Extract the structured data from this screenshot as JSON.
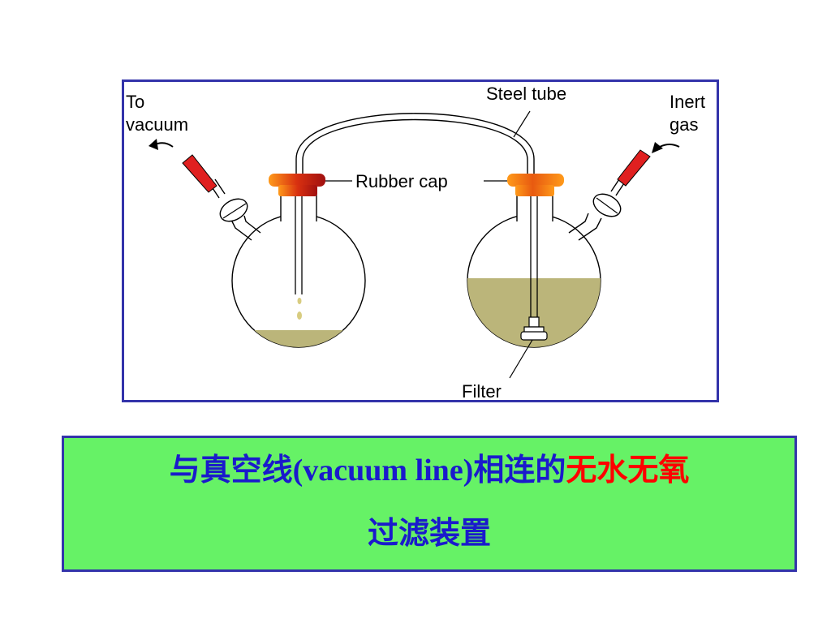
{
  "diagram": {
    "labels": {
      "to_vacuum_1": "To",
      "to_vacuum_2": "vacuum",
      "steel_tube": "Steel tube",
      "inert_1": "Inert",
      "inert_2": "gas",
      "rubber_cap": "Rubber cap",
      "filter": "Filter"
    },
    "colors": {
      "frame": "#3333aa",
      "liquid": "#bbb57a",
      "cap_dark": "#b81818",
      "cap_light": "#ff9a1a",
      "stopcock_red": "#e02020"
    }
  },
  "caption": {
    "line1_prefix": "与真空线(vacuum line)相连的",
    "line1_highlight": "无水无氧",
    "line2": "过滤装置",
    "colors": {
      "text": "#1a1acc",
      "highlight": "#ff0000",
      "background": "#66f266",
      "border": "#3333aa"
    }
  }
}
